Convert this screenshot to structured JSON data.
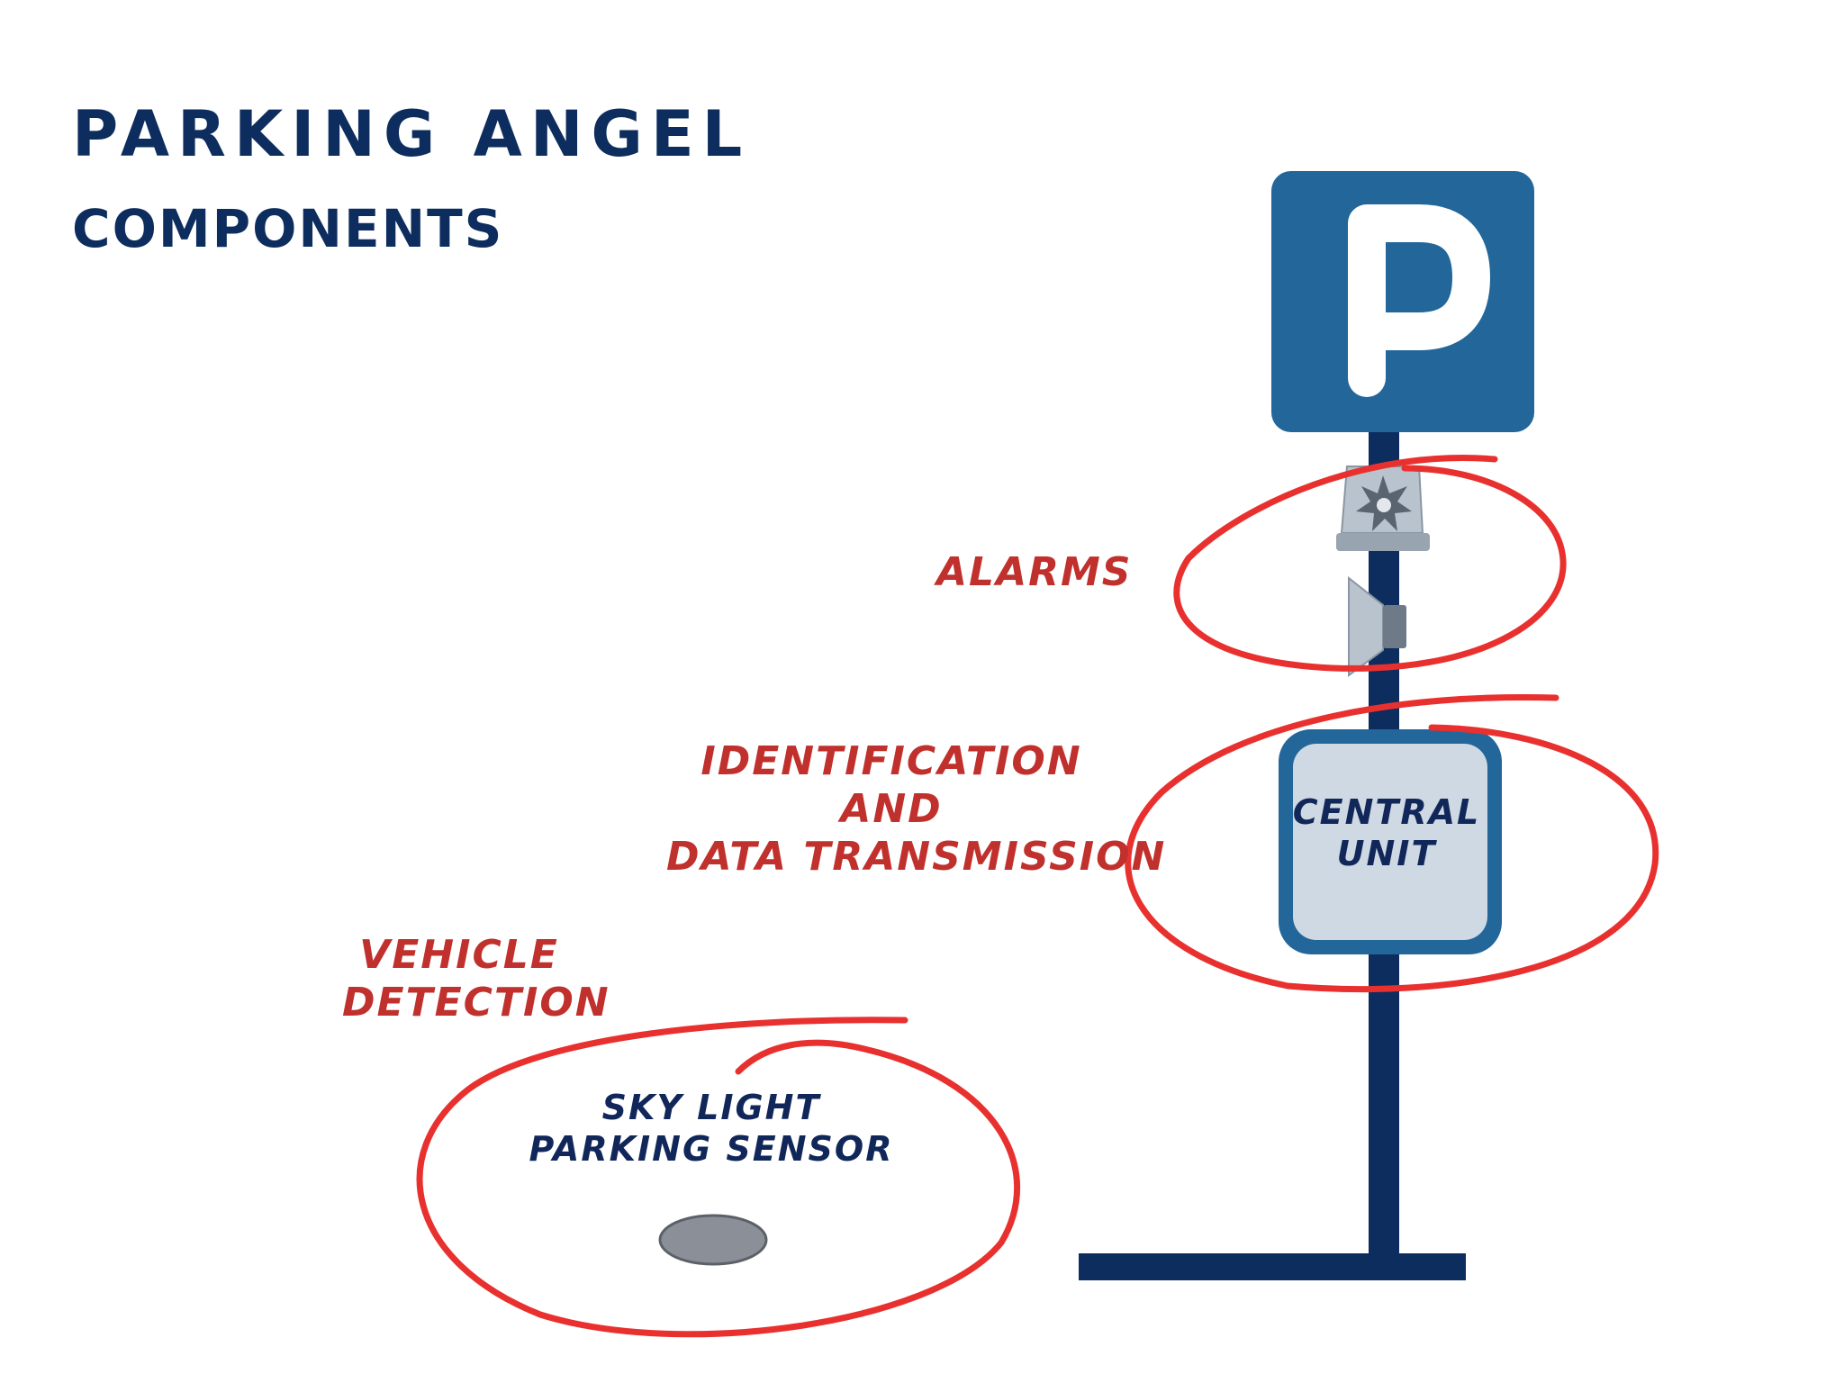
{
  "header": {
    "title": "PARKING ANGEL",
    "subtitle": "COMPONENTS"
  },
  "sign": {
    "letter": "P"
  },
  "labels": {
    "alarms": "ALARMS",
    "identification": "IDENTIFICATION",
    "and": "AND",
    "data_transmission": "DATA TRANSMISSION",
    "vehicle": "VEHICLE",
    "detection": "DETECTION",
    "central": "CENTRAL",
    "unit": "UNIT",
    "sky_light": "SKY LIGHT",
    "parking_sensor": "PARKING SENSOR"
  },
  "colors": {
    "navy": "#0d2d5e",
    "sign_blue": "#22669a",
    "highlight_red": "#e8312f",
    "label_red": "#c0302c",
    "device_gray": "#b9c3cd",
    "sensor_gray": "#8a8f98"
  }
}
